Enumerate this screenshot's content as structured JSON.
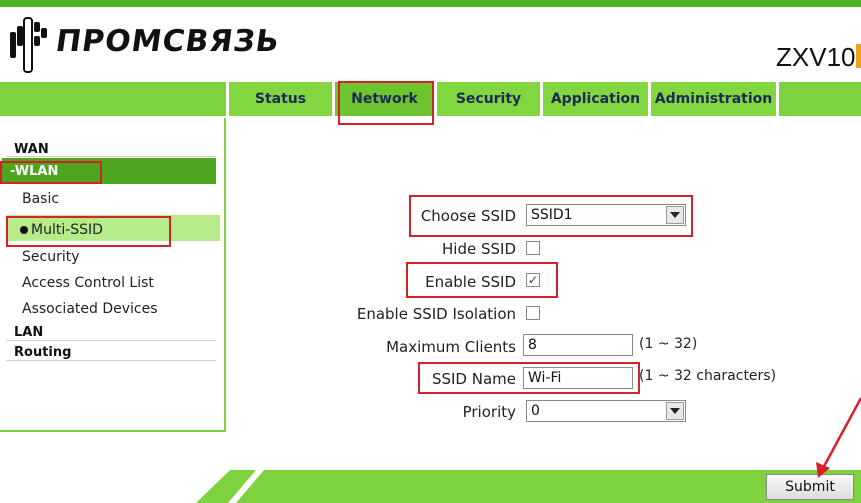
{
  "brand": {
    "logo_text": "ПРОМСВЯЗЬ",
    "model": "ZXV10"
  },
  "colors": {
    "accent_green": "#7dd23e",
    "sidebar_selected": "#4ea61e",
    "subitem_selected": "#b8eb8a",
    "highlight_red": "#d8202a"
  },
  "nav": {
    "tabs": [
      {
        "label": "Status"
      },
      {
        "label": "Network"
      },
      {
        "label": "Security"
      },
      {
        "label": "Application"
      },
      {
        "label": "Administration"
      }
    ],
    "active": "Network"
  },
  "sidebar": {
    "wan": "WAN",
    "wlan": "-WLAN",
    "items": [
      "Basic",
      "Multi-SSID",
      "Security",
      "Access Control List",
      "Associated Devices"
    ],
    "selected": "Multi-SSID",
    "lan": "LAN",
    "routing": "Routing"
  },
  "form": {
    "choose_ssid": {
      "label": "Choose SSID",
      "value": "SSID1"
    },
    "hide_ssid": {
      "label": "Hide SSID",
      "checked": false
    },
    "enable_ssid": {
      "label": "Enable SSID",
      "checked": true,
      "mark": "✓"
    },
    "isolation": {
      "label": "Enable SSID Isolation",
      "checked": false
    },
    "max_clients": {
      "label": "Maximum Clients",
      "value": "8",
      "hint": "(1 ~ 32)"
    },
    "ssid_name": {
      "label": "SSID Name",
      "value": "Wi-Fi",
      "hint": "(1 ~ 32 characters)"
    },
    "priority": {
      "label": "Priority",
      "value": "0"
    }
  },
  "footer": {
    "submit_label": "Submit"
  },
  "icons": {
    "logo": "promsvyaz-logo-icon",
    "dropdown": "chevron-down-icon",
    "check": "checkmark-icon",
    "annotation": "red-arrow-icon"
  }
}
